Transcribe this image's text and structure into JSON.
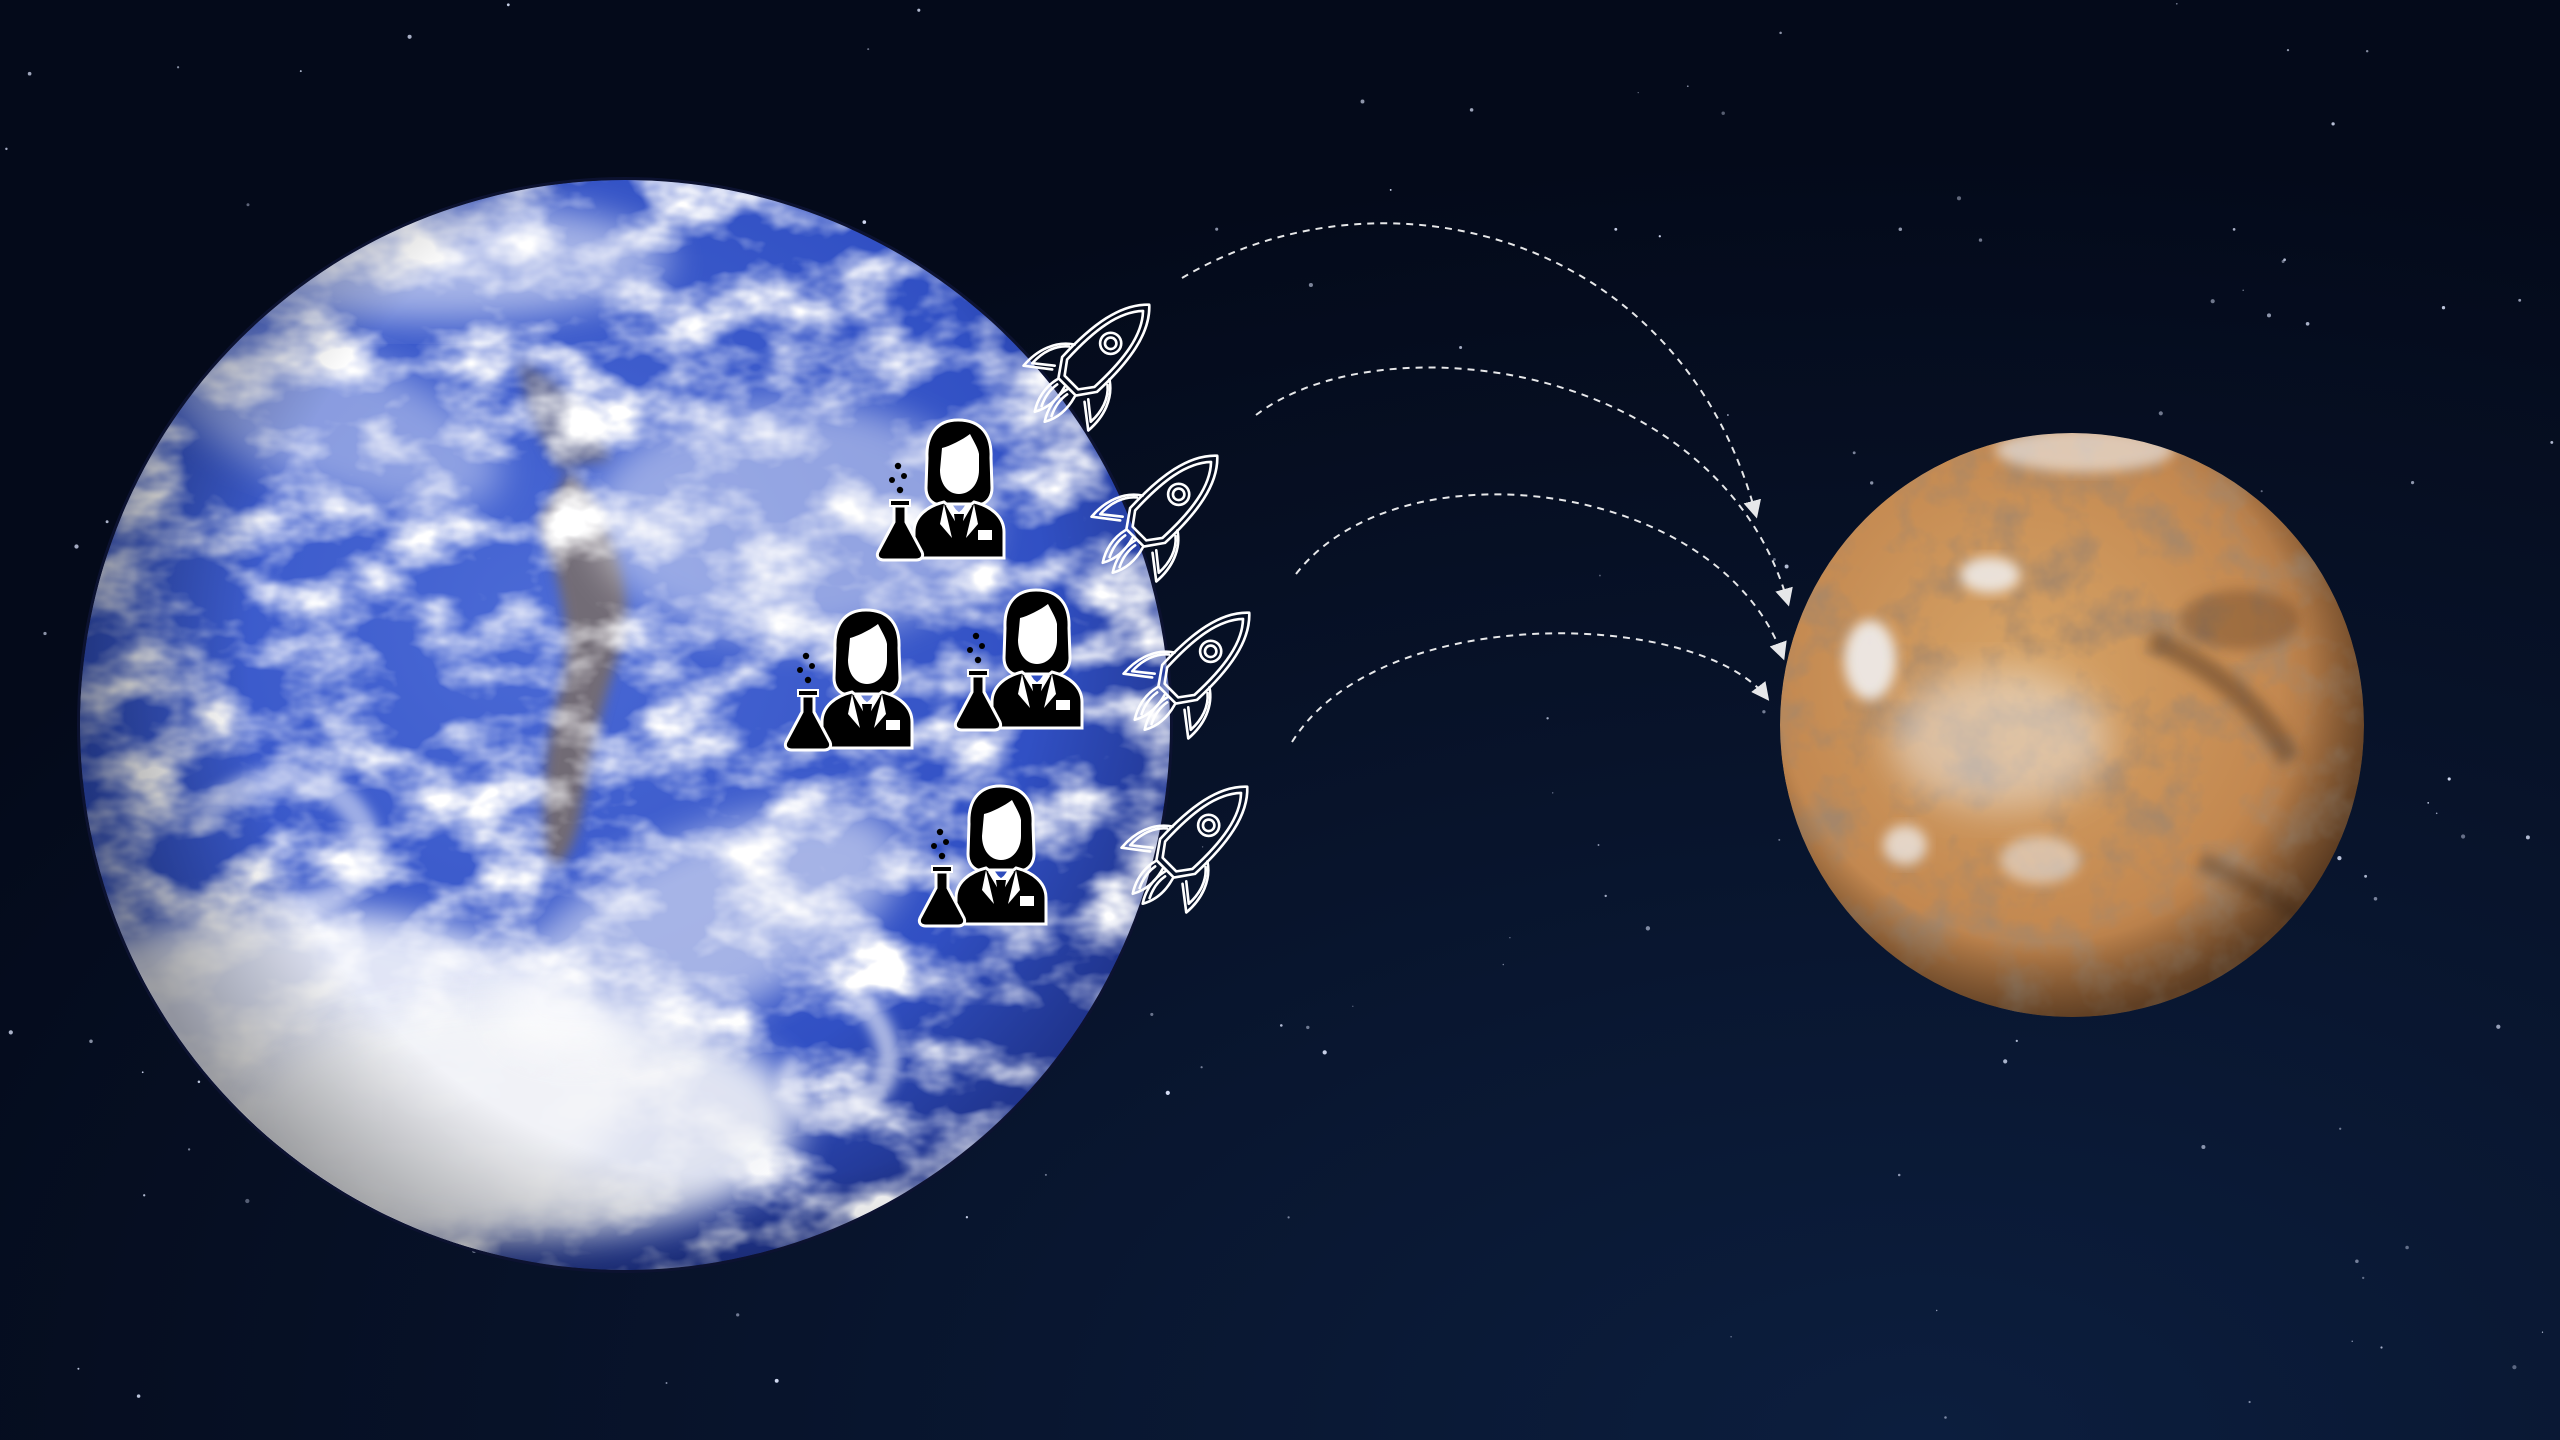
{
  "scene": {
    "background_color": "#050c1d",
    "background_glow_color": "#0c1e3e",
    "star_color": "#dfe7ff"
  },
  "earth": {
    "ocean_color": "#2f4cc0",
    "deep_ocean_color": "#1a2f8f",
    "cloud_color": "#f4f6fb",
    "land_color": "#7c6f66"
  },
  "mars": {
    "base_color": "#c48b52",
    "dark_color": "#6f4a2c",
    "light_color": "#e6bd86",
    "ice_color": "#eef0f4"
  },
  "scientists": {
    "count": 4,
    "icon": "scientist-woman-with-flask-icon",
    "color": "#000000",
    "outline_color": "#ffffff"
  },
  "rockets": {
    "count": 4,
    "icon": "rocket-outline-icon",
    "stroke_color": "#ffffff"
  },
  "trajectories": {
    "count": 4,
    "style": "dashed",
    "color": "#ffffff",
    "target": "mars"
  }
}
